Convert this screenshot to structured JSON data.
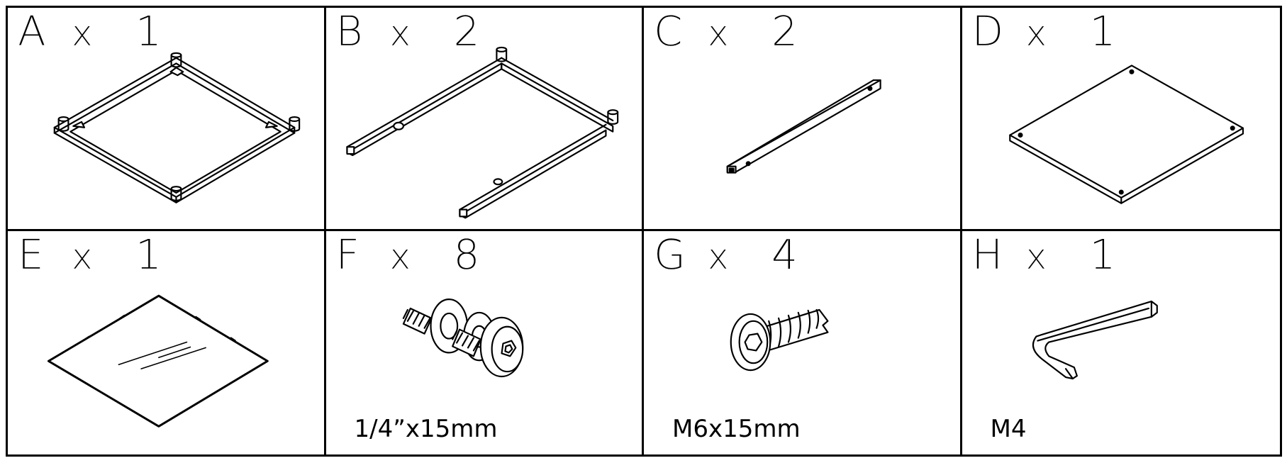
{
  "parts": [
    {
      "letter": "A",
      "times": "x",
      "qty": "1",
      "spec": "",
      "icon": "square-frame-icon"
    },
    {
      "letter": "B",
      "times": "x",
      "qty": "2",
      "spec": "",
      "icon": "l-frame-icon"
    },
    {
      "letter": "C",
      "times": "x",
      "qty": "2",
      "spec": "",
      "icon": "tube-bar-icon"
    },
    {
      "letter": "D",
      "times": "x",
      "qty": "1",
      "spec": "",
      "icon": "panel-icon"
    },
    {
      "letter": "E",
      "times": "x",
      "qty": "1",
      "spec": "",
      "icon": "glass-panel-icon"
    },
    {
      "letter": "F",
      "times": "x",
      "qty": "8",
      "spec": "1/4”x15mm",
      "icon": "bolt-washer-icon"
    },
    {
      "letter": "G",
      "times": "x",
      "qty": "4",
      "spec": "M6x15mm",
      "icon": "screw-icon"
    },
    {
      "letter": "H",
      "times": "x",
      "qty": "1",
      "spec": "M4",
      "icon": "allen-key-icon"
    }
  ]
}
